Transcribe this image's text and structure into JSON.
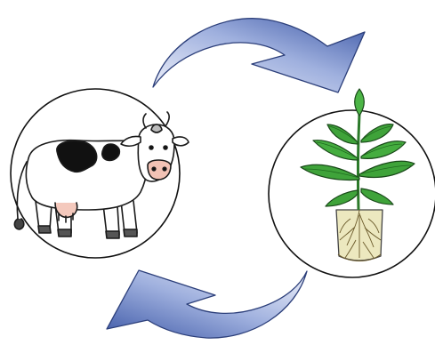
{
  "diagram": {
    "kind": "cycle",
    "nodes": [
      {
        "id": "cow",
        "icon": "cow-icon"
      },
      {
        "id": "plant",
        "icon": "potted-plant-icon"
      }
    ],
    "edges": [
      {
        "from": "cow",
        "to": "plant",
        "icon": "curved-arrow-icon"
      },
      {
        "from": "plant",
        "to": "cow",
        "icon": "curved-arrow-icon"
      }
    ],
    "colors": {
      "arrow_light": "#eef1fb",
      "arrow_dark": "#3f5aa8",
      "outline": "#1a1a1a",
      "cow_patch": "#111111",
      "cow_muzzle": "#f2c2b5",
      "leaf": "#3fa33a",
      "leaf_dark": "#1f6a1f",
      "soil": "#e9e4b8",
      "roots": "#6b5a2a"
    }
  }
}
